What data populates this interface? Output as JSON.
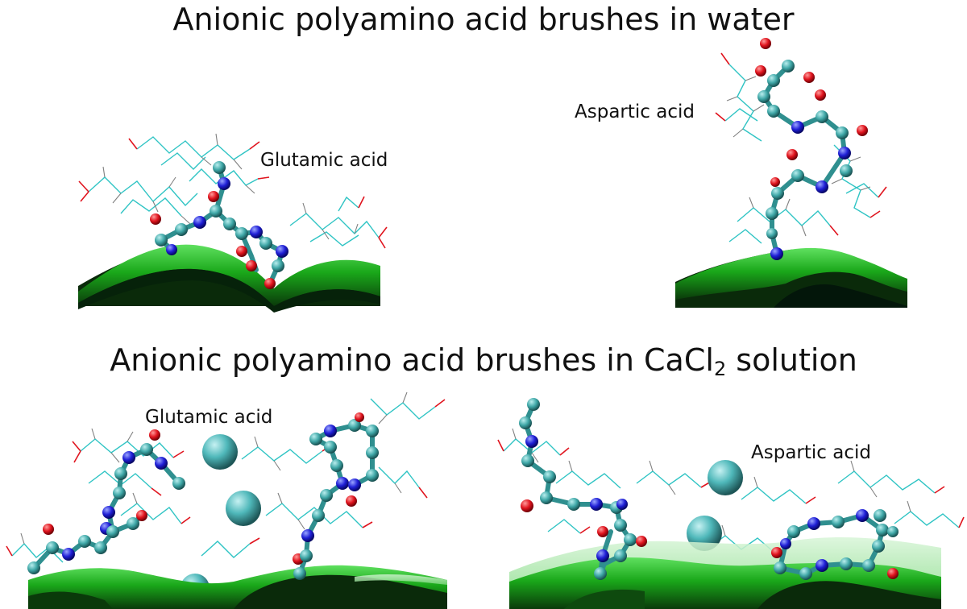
{
  "titles": {
    "top": "Anionic polyamino acid brushes in water",
    "bottom_main": "Anionic polyamino acid brushes in CaCl",
    "bottom_sub": "2",
    "bottom_end": " solution"
  },
  "labels": {
    "glutamic_top": "Glutamic acid",
    "aspartic_top": "Aspartic acid",
    "glutamic_bottom": "Glutamic acid",
    "aspartic_bottom": "Aspartic acid"
  },
  "colors": {
    "background": "#ffffff",
    "surface_green": "#1aa81a",
    "surface_dark": "#0a2a0a",
    "carbon_teal": "#3fa7a7",
    "oxygen_red": "#e0141e",
    "nitrogen_blue": "#1f1fd6",
    "wire_cyan": "#2fc4c4",
    "calcium_ion": "#4fb8ba"
  }
}
